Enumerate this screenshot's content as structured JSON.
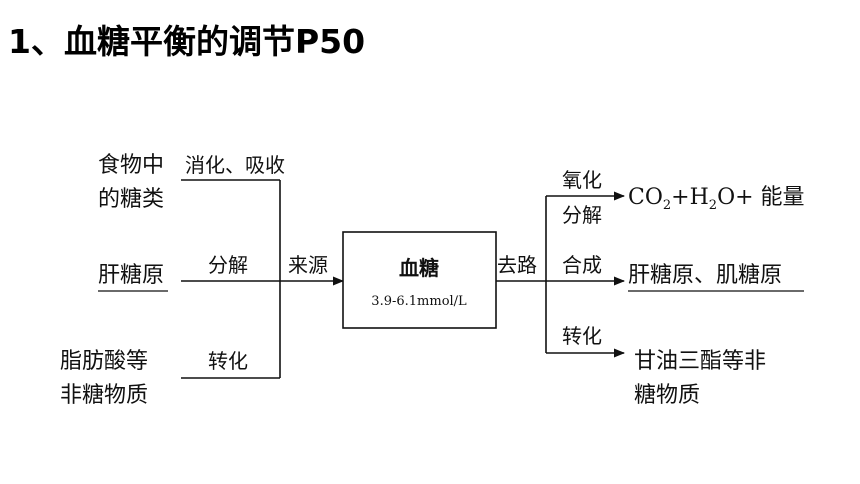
{
  "title": "1、血糖平衡的调节P50",
  "sources": {
    "food": {
      "line1": "食物中",
      "line2": "的糖类",
      "process": "消化、吸收"
    },
    "glycogen": {
      "label": "肝糖原",
      "process": "分解"
    },
    "fat": {
      "line1": "脂肪酸等",
      "line2": "非糖物质",
      "process": "转化"
    }
  },
  "center": {
    "in_label": "来源",
    "out_label": "去路",
    "box_title": "血糖",
    "box_range": "3.9-6.1mmol/L"
  },
  "outputs": {
    "oxidation": {
      "process_line1": "氧化",
      "process_line2": "分解",
      "co2": "CO",
      "co2_sub": "2",
      "plus_h": "+H",
      "h_sub": "2",
      "o_energy": "O+ 能量"
    },
    "synthesis": {
      "process": "合成",
      "result": "肝糖原、肌糖原"
    },
    "conversion": {
      "process": "转化",
      "line1": "甘油三酯等非",
      "line2": "糖物质"
    }
  }
}
